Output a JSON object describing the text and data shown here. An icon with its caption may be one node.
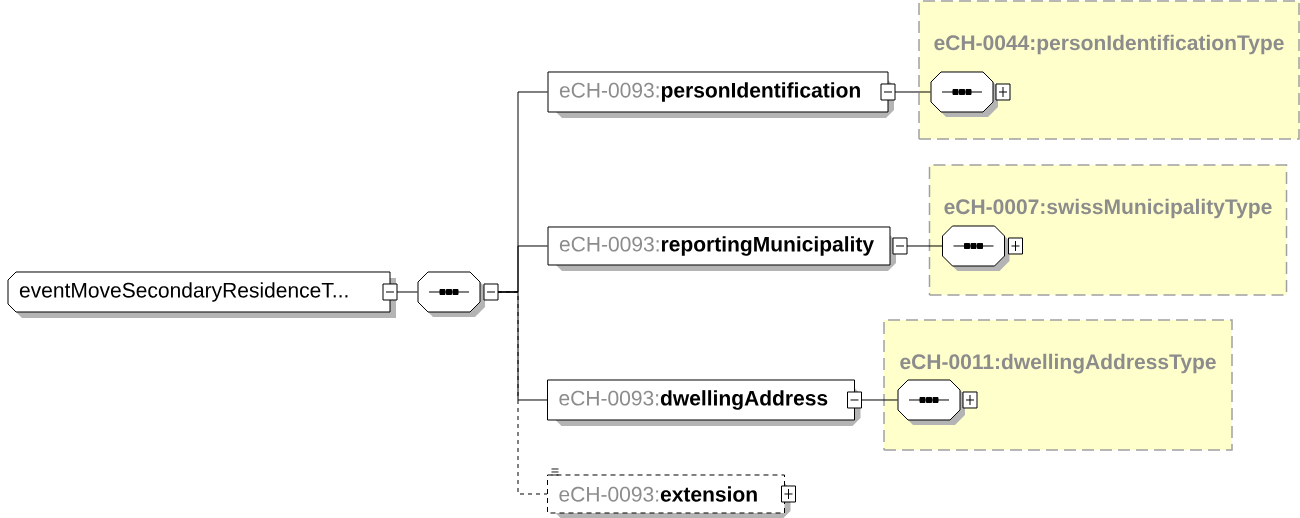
{
  "diagram": {
    "nodes": [
      {
        "text": [
          "eventMoveSecondaryResidenceT..."
        ]
      },
      {
        "text": [],
        "shape": "octagon"
      },
      {
        "text": [
          "eCH-0093:",
          "personIdentification"
        ]
      },
      {
        "text": [
          "eCH-0044:personIdentificationType"
        ]
      },
      {
        "text": [],
        "shape": "octagon",
        "in": 3
      },
      {
        "text": [
          "eCH-0093:",
          "reportingMunicipality"
        ]
      },
      {
        "text": [
          "eCH-0007:swissMunicipalityType"
        ]
      },
      {
        "text": [],
        "shape": "octagon",
        "in": 6
      },
      {
        "text": [
          "eCH-0093:",
          "dwellingAddress"
        ]
      },
      {
        "text": [
          "eCH-0011:dwellingAddressType"
        ]
      },
      {
        "text": [],
        "shape": "octagon",
        "in": 9
      },
      {
        "text": [
          "eCH-0093:",
          "extension"
        ]
      }
    ],
    "edges": [
      {
        "from": 0,
        "to": 1,
        "arrow": "none"
      },
      {
        "from": 1,
        "to": 2,
        "arrow": "none"
      },
      {
        "from": 1,
        "to": 5,
        "arrow": "none"
      },
      {
        "from": 1,
        "to": 8,
        "arrow": "none"
      },
      {
        "from": 1,
        "to": 11,
        "arrow": "none",
        "style": "dashed"
      },
      {
        "from": 2,
        "to": 4,
        "arrow": "none"
      },
      {
        "from": 5,
        "to": 7,
        "arrow": "none"
      },
      {
        "from": 8,
        "to": 10,
        "arrow": "none"
      }
    ]
  }
}
